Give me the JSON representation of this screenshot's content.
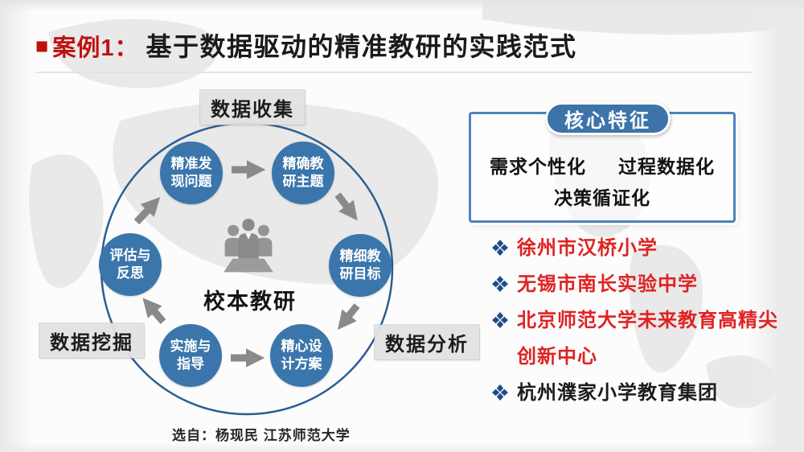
{
  "title": {
    "marker": "■",
    "case_label": "案例1：",
    "text": "基于数据驱动的精准教研的实践范式"
  },
  "diagram": {
    "stage_top": "数据收集",
    "stage_left": "数据挖掘",
    "stage_right": "数据分析",
    "center": "校本教研",
    "nodes": [
      "精准发\n现问题",
      "精确教\n研主题",
      "精细教\n研目标",
      "精心设\n计方案",
      "实施与\n指导",
      "评估与\n反思"
    ],
    "source": "选自：杨现民  江苏师范大学"
  },
  "panel": {
    "title": "核心特征",
    "features": [
      "需求个性化",
      "过程数据化",
      "决策循证化"
    ]
  },
  "cases": [
    {
      "text": "徐州市汉桥小学"
    },
    {
      "text": "无锡市南长实验中学"
    },
    {
      "text": "北京师范大学未来教育高精尖\n创新中心"
    },
    {
      "text": "杭州濮家小学教育集团"
    }
  ],
  "colors": {
    "title_red": "#bf1111",
    "node_blue": "#3a76ab",
    "ring_blue": "#2d5e92",
    "arrow_gray": "#8a8a8a",
    "panel_border_blue": "#4e82ba",
    "pill_blue": "#3c73a8",
    "bullet_blue": "#1d4e89",
    "case_red": "#e02222",
    "stage_label_bg": "#e2e2e2"
  }
}
